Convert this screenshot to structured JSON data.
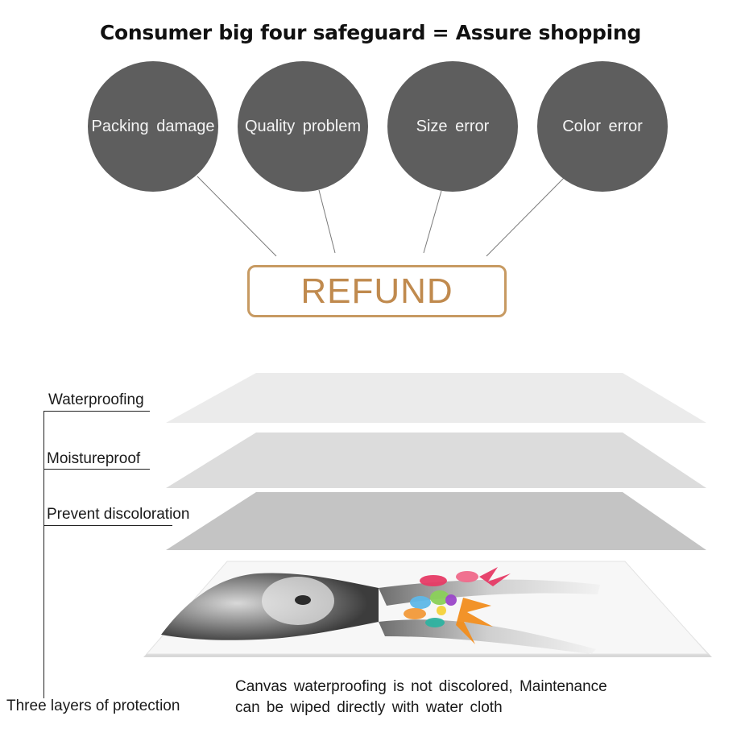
{
  "title": "Consumer big four safeguard = Assure shopping",
  "safeguards": [
    "Packing damage",
    "Quality problem",
    "Size error",
    "Color error"
  ],
  "refund_label": "REFUND",
  "layers": {
    "labels": [
      "Waterproofing",
      "Moistureproof",
      "Prevent discoloration"
    ],
    "group_label": "Three layers of protection"
  },
  "caption": {
    "line1": "Canvas waterproofing is not discolored, Maintenance",
    "line2": "can be wiped directly with water cloth"
  },
  "colors": {
    "circle": "#5e5e5e",
    "refund_accent": "#c79a62"
  }
}
